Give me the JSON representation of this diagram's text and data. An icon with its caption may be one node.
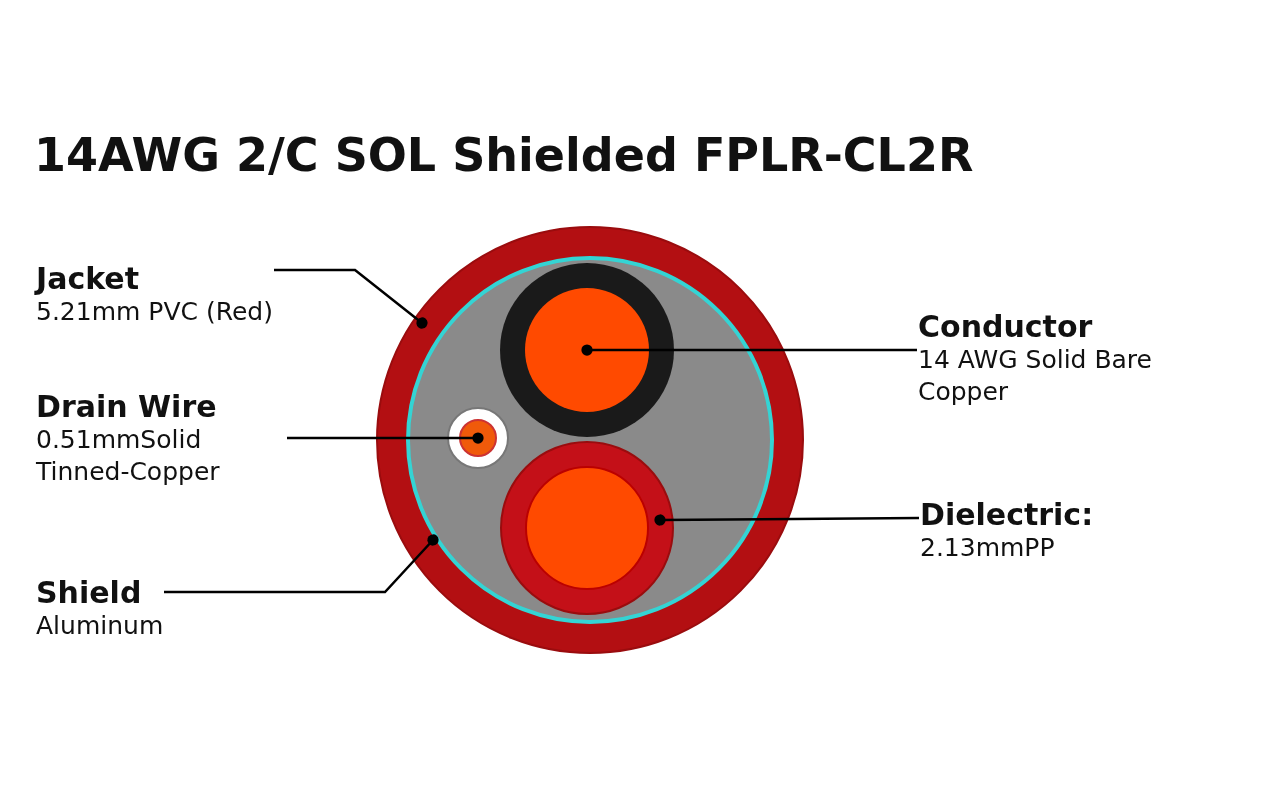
{
  "diagram": {
    "title": "14AWG 2/C SOL Shielded FPLR-CL2R",
    "nodes": [
      {
        "text": [
          "Jacket",
          "5.21mm PVC (Red)"
        ]
      },
      {
        "text": [
          "Drain Wire",
          "0.51mmSolid Tinned-Copper"
        ]
      },
      {
        "text": [
          "Shield",
          "Aluminum"
        ]
      },
      {
        "text": [
          "Conductor",
          "14 AWG Solid Bare Copper"
        ]
      },
      {
        "text": [
          "Dielectric:",
          "2.13mmPP"
        ]
      },
      {
        "text": [],
        "shape": "circle"
      },
      {
        "text": [],
        "shape": "circle",
        "in": 5
      },
      {
        "text": [],
        "shape": "circle",
        "in": 6
      },
      {
        "text": [],
        "shape": "circle",
        "in": 6
      },
      {
        "text": [],
        "shape": "circle",
        "in": 6
      }
    ],
    "edges": [
      {
        "from": 0,
        "to": 5,
        "arrow": "other"
      },
      {
        "from": 1,
        "to": 7,
        "arrow": "other"
      },
      {
        "from": 2,
        "to": 6,
        "arrow": "other"
      },
      {
        "from": 3,
        "to": 8,
        "arrow": "other"
      },
      {
        "from": 4,
        "to": 9,
        "arrow": "other"
      }
    ]
  }
}
